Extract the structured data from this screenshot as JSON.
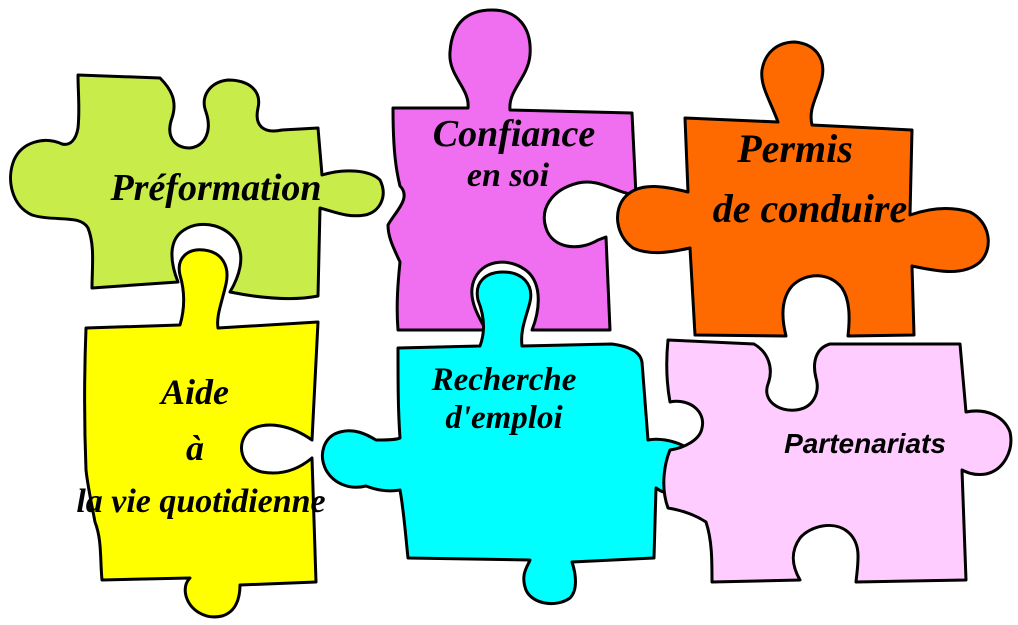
{
  "pieces": {
    "preformation": {
      "label": "Préformation",
      "color": "#c8ec4a"
    },
    "confiance": {
      "line1": "Confiance",
      "line2": "en soi",
      "color": "#f06ef0"
    },
    "permis": {
      "line1": "Permis",
      "line2": "de conduire",
      "color": "#ff6a00"
    },
    "aide": {
      "line1": "Aide",
      "line2": "à",
      "line3": "la vie quotidienne",
      "color": "#ffff00"
    },
    "recherche": {
      "line1": "Recherche",
      "line2": "d'emploi",
      "color": "#00ffff"
    },
    "partenariats": {
      "label": "Partenariats",
      "color": "#ffccff"
    }
  }
}
